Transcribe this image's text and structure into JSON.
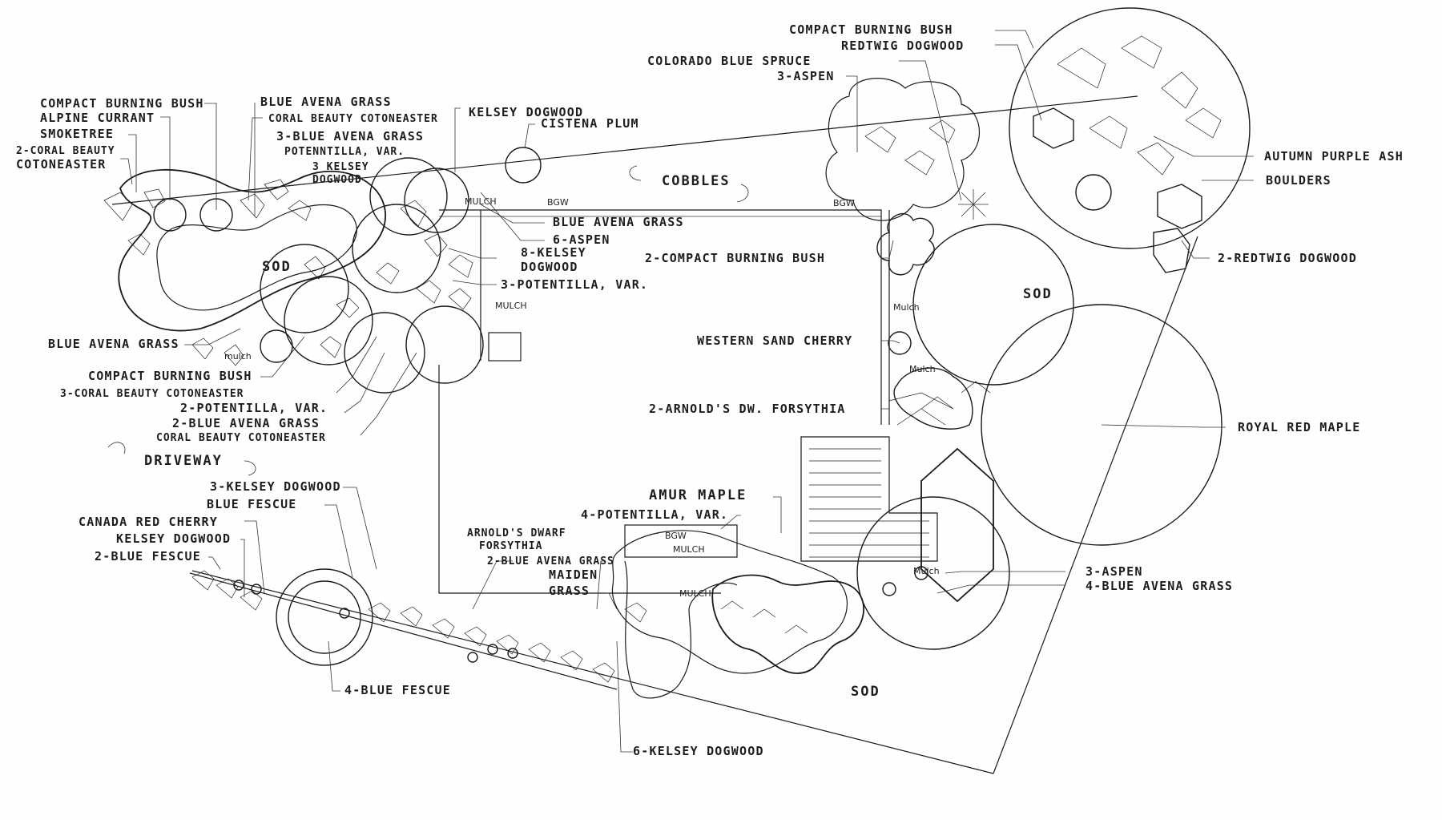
{
  "labels_left": [
    "COMPACT BURNING BUSH",
    "ALPINE CURRANT",
    "SMOKETREE",
    "2-CORAL BEAUTY",
    "COTONEASTER",
    "BLUE AVENA GRASS",
    "CORAL BEAUTY COTONEASTER",
    "3-BLUE AVENA GRASS",
    "POTENNTILLA, VAR.",
    "3 KELSEY",
    "DOGWOOD",
    "KELSEY DOGWOOD",
    "CISTENA PLUM",
    "BLUE AVENA GRASS",
    "6-ASPEN",
    "8-KELSEY",
    "DOGWOOD",
    "3-POTENTILLA, VAR.",
    "BLUE AVENA GRASS",
    "COMPACT BURNING BUSH",
    "3-CORAL BEAUTY COTONEASTER",
    "2-POTENTILLA, VAR.",
    "2-BLUE AVENA GRASS",
    "CORAL BEAUTY COTONEASTER"
  ],
  "labels_right": [
    "COMPACT BURNING BUSH",
    "REDTWIG DOGWOOD",
    "COLORADO BLUE SPRUCE",
    "3-ASPEN",
    "AUTUMN PURPLE ASH",
    "BOULDERS",
    "2-COMPACT BURNING BUSH",
    "2-REDTWIG DOGWOOD",
    "WESTERN SAND CHERRY",
    "2-ARNOLD'S DW. FORSYTHIA",
    "ROYAL RED MAPLE",
    "3-ASPEN",
    "4-BLUE AVENA GRASS"
  ],
  "labels_bottom": [
    "3-KELSEY DOGWOOD",
    "BLUE FESCUE",
    "CANADA RED CHERRY",
    "KELSEY DOGWOOD",
    "2-BLUE FESCUE",
    "4-BLUE FESCUE",
    "AMUR MAPLE",
    "4-POTENTILLA, VAR.",
    "ARNOLD'S DWARF",
    "FORSYTHIA",
    "2-BLUE AVENA GRASS",
    "MAIDEN",
    "GRASS",
    "6-KELSEY DOGWOOD"
  ],
  "areas": {
    "cobbles": "COBBLES",
    "sod1": "SOD",
    "sod2": "SOD",
    "sod3": "SOD",
    "driveway": "DRIVEWAY"
  },
  "small_tags": {
    "mulch": "MULCH",
    "bgw": "BGW",
    "mulch_lower": "mulch",
    "mulch_right": "Mulch"
  }
}
